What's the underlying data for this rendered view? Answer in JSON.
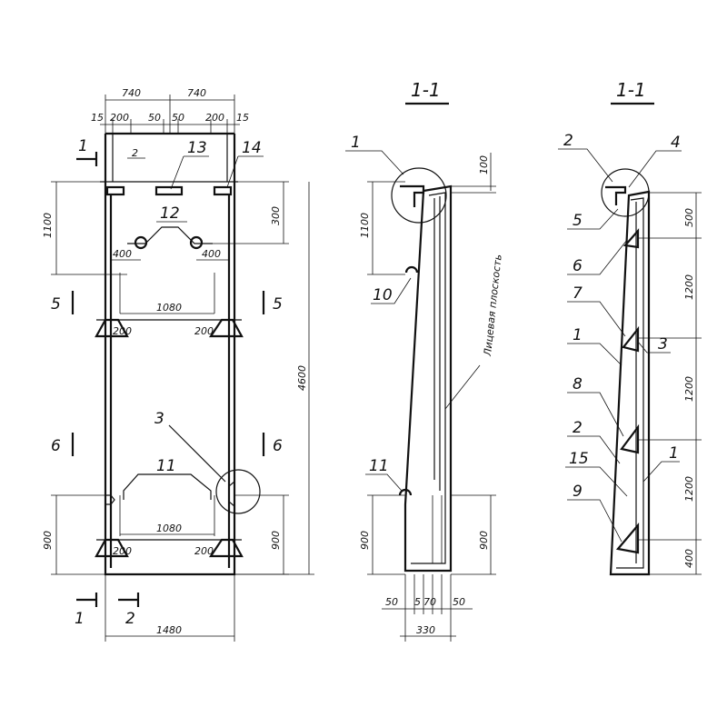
{
  "plan_view": {
    "top_dims": [
      "740",
      "740"
    ],
    "sub_dims": [
      "15",
      "200",
      "50",
      "50",
      "200",
      "15"
    ],
    "left_dims": [
      "1100",
      "900"
    ],
    "right_dims": [
      "300",
      "900"
    ],
    "overall_height": "4600",
    "bottom_width": "1480",
    "inner_dims": [
      "400",
      "400",
      "1080",
      "200",
      "200",
      "1080",
      "200",
      "200"
    ],
    "small_dim": "2",
    "callouts": [
      "12",
      "13",
      "14",
      "11",
      "3"
    ],
    "section_marks": [
      "1",
      "1",
      "2",
      "5",
      "5",
      "6",
      "6"
    ]
  },
  "section_a": {
    "title": "1-1",
    "dims": [
      "100",
      "1100",
      "900",
      "900",
      "50",
      "5",
      "70",
      "50",
      "330"
    ],
    "callouts": [
      "1",
      "10",
      "11"
    ],
    "note": "Лицевая плоскость"
  },
  "section_b": {
    "title": "1-1",
    "dims": [
      "500",
      "1200",
      "1200",
      "1200",
      "400"
    ],
    "callouts": [
      "2",
      "4",
      "5",
      "6",
      "7",
      "3",
      "1",
      "8",
      "2",
      "15",
      "1",
      "9"
    ]
  }
}
